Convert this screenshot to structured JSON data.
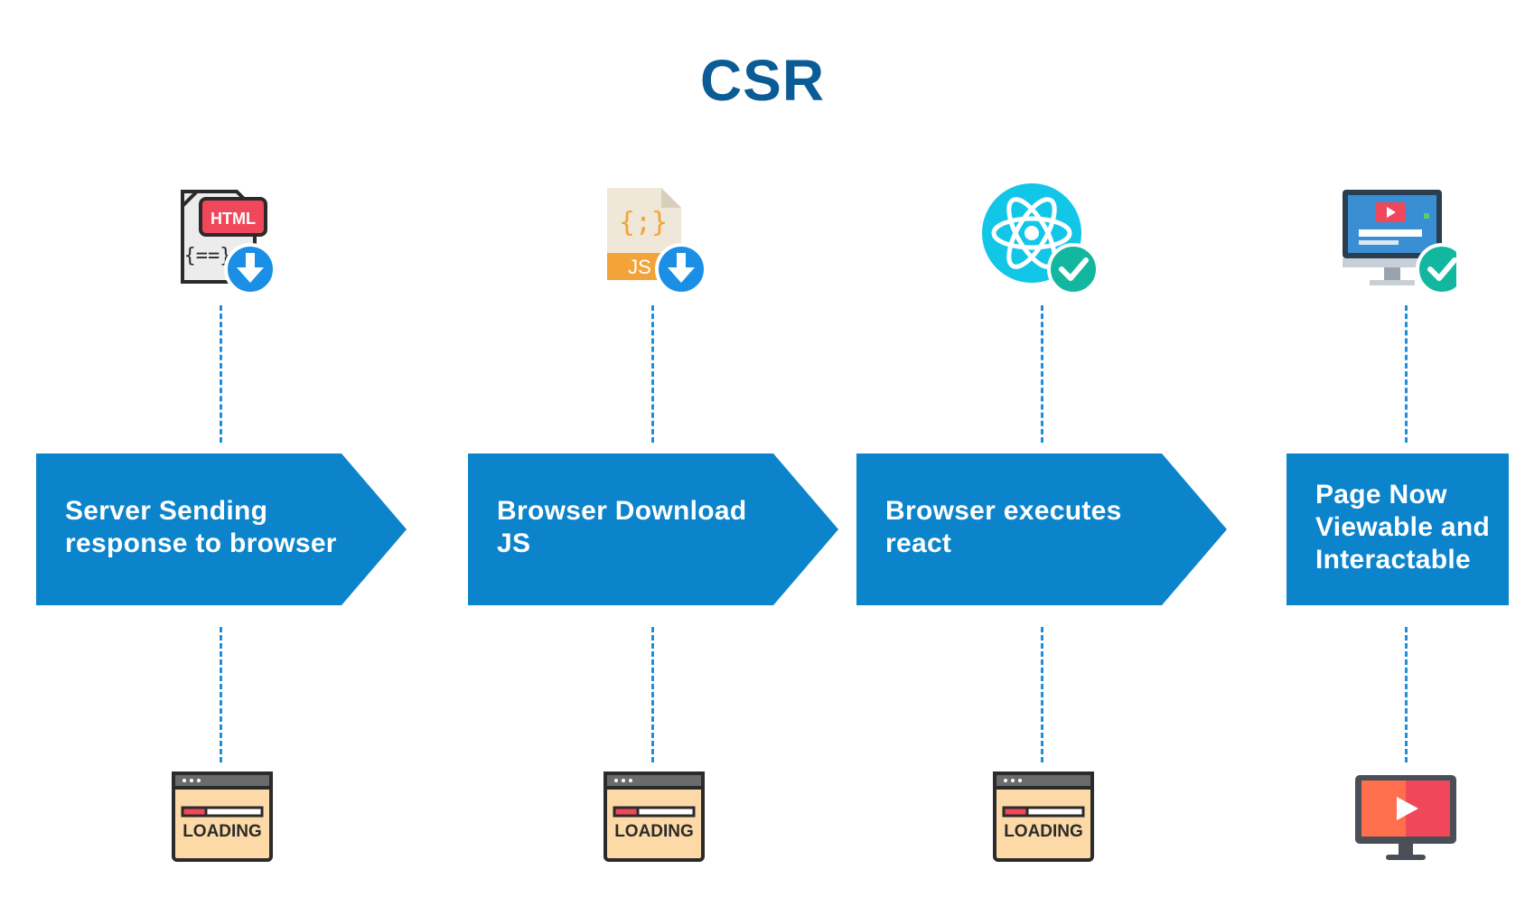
{
  "title": "CSR",
  "steps": [
    {
      "label": "Server Sending\nresponse to browser",
      "top_icon": "html-file-download-icon",
      "bottom_icon": "browser-loading-icon",
      "loading_text": "LOADING",
      "file_tag": "HTML"
    },
    {
      "label": "Browser Download\nJS",
      "top_icon": "js-file-download-icon",
      "bottom_icon": "browser-loading-icon",
      "loading_text": "LOADING",
      "file_tag": "JS"
    },
    {
      "label": "Browser executes\nreact",
      "top_icon": "react-check-icon",
      "bottom_icon": "browser-loading-icon",
      "loading_text": "LOADING"
    },
    {
      "label": "Page Now\nViewable and\nInteractable",
      "top_icon": "monitor-check-icon",
      "bottom_icon": "video-screen-icon"
    }
  ],
  "colors": {
    "title": "#0b5c96",
    "arrow": "#0b84cc",
    "dashes": "#1a8fe0",
    "download_badge": "#1b8fe6",
    "check_badge": "#13b7a0",
    "loading_window": "#fcd9a6"
  }
}
